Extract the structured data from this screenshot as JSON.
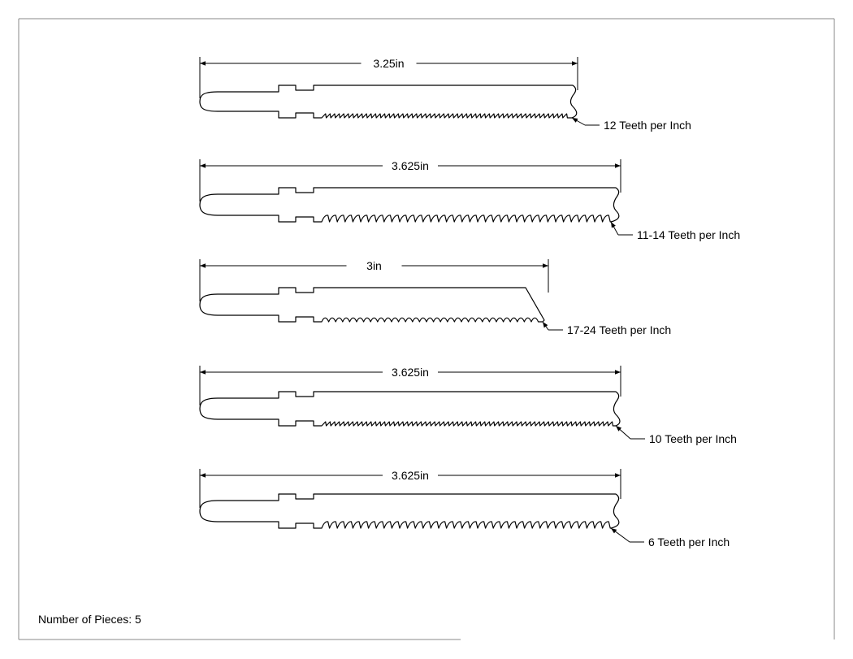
{
  "drawing": {
    "note": "Number of Pieces: 5",
    "blades": [
      {
        "id": "blade-1",
        "dimension": "3.25in",
        "teeth_label": "12 Teeth per Inch",
        "tooth_style": "fine-sharp",
        "tip_style": "notch"
      },
      {
        "id": "blade-2",
        "dimension": "3.625in",
        "teeth_label": "11-14 Teeth per Inch",
        "tooth_style": "wavy",
        "tip_style": "notch"
      },
      {
        "id": "blade-3",
        "dimension": "3in",
        "teeth_label": "17-24 Teeth per Inch",
        "tooth_style": "scallop",
        "tip_style": "angled"
      },
      {
        "id": "blade-4",
        "dimension": "3.625in",
        "teeth_label": "10 Teeth per Inch",
        "tooth_style": "fine-sharp",
        "tip_style": "notch"
      },
      {
        "id": "blade-5",
        "dimension": "3.625in",
        "teeth_label": "6 Teeth per Inch",
        "tooth_style": "wavy",
        "tip_style": "notch"
      }
    ]
  }
}
